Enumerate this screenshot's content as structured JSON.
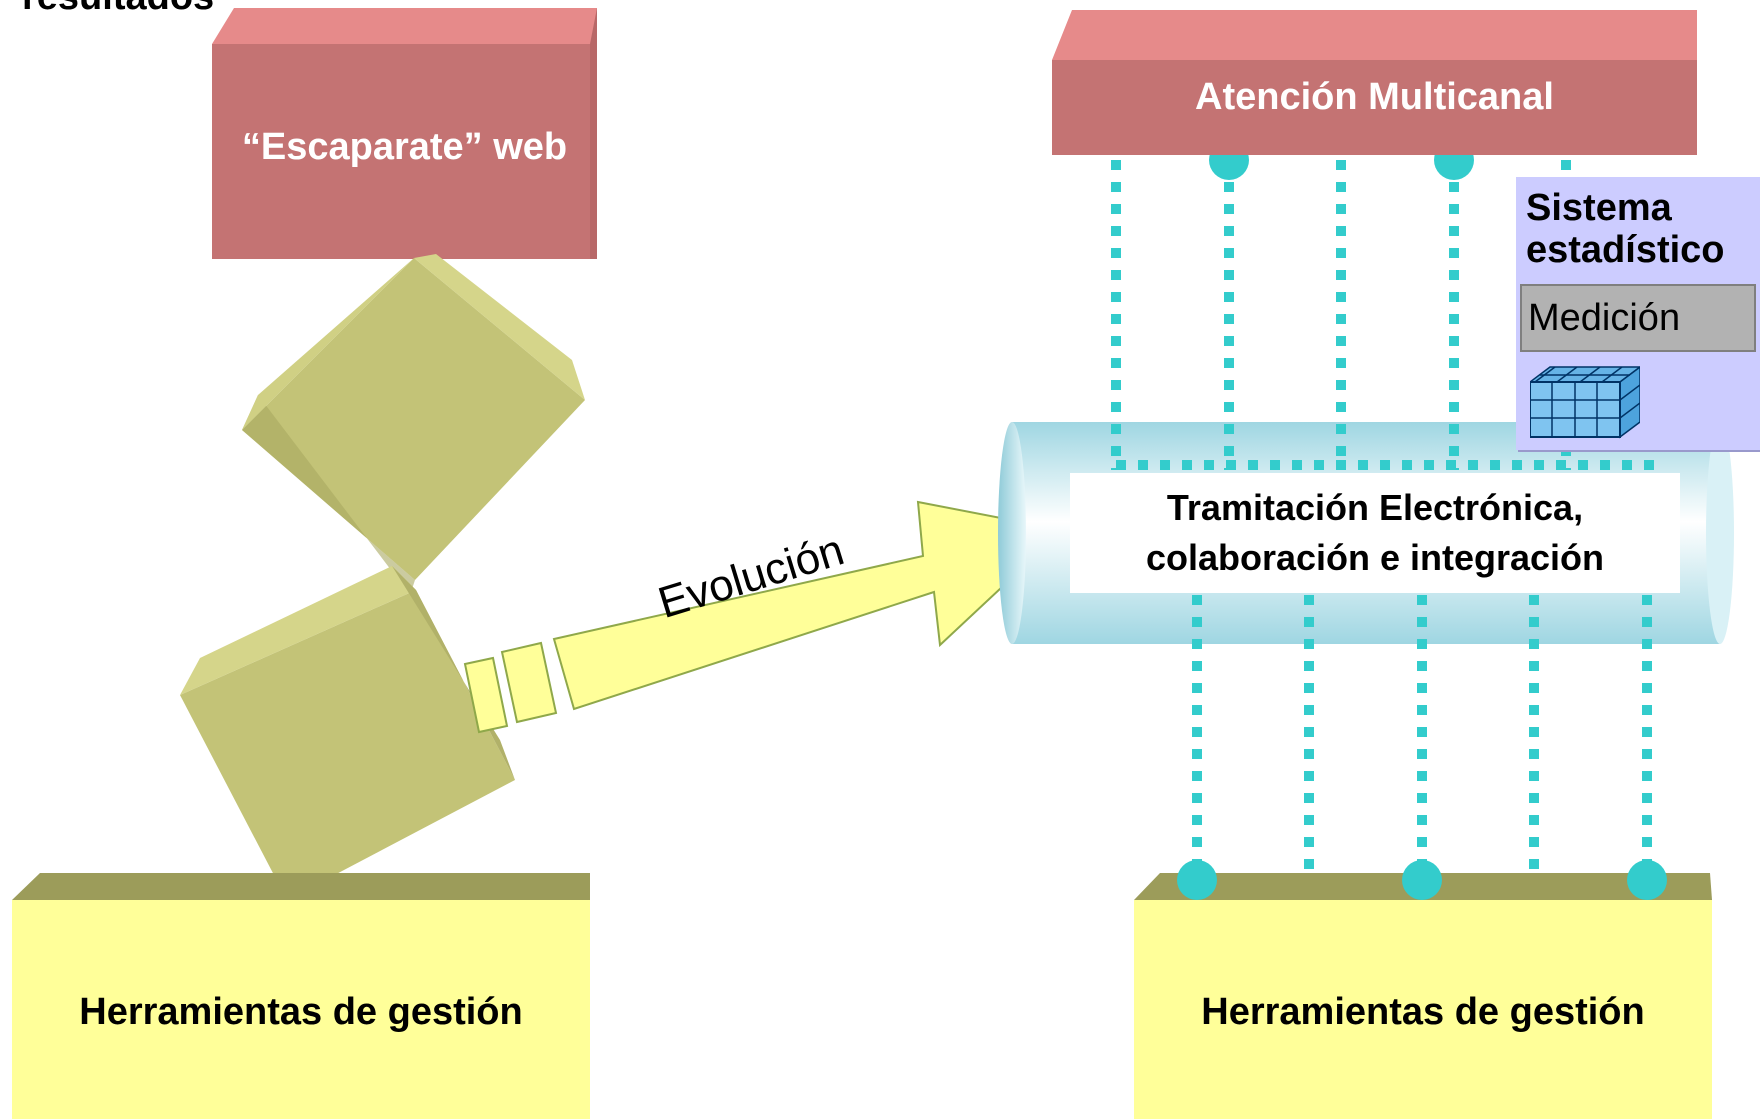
{
  "cut_title": "resultados",
  "left": {
    "top_box": "“Escaparate” web",
    "bottom_box": "Herramientas de gestión"
  },
  "arrow": {
    "label": "Evolución"
  },
  "right": {
    "top_box": "Atención Multicanal",
    "pipe_box": "Tramitación Electrónica, colaboración e integración",
    "bottom_box": "Herramientas de gestión",
    "panel": {
      "title": "Sistema estadístico",
      "item": "Medición",
      "icon": "data-cube-icon"
    }
  },
  "colors": {
    "red_box": "#c47373",
    "red_box_top": "#e68a8a",
    "olive_cube": "#c7c77a",
    "yellow_arrow": "#ffff99",
    "yellow_box": "#ffff99",
    "olive_top": "#9c9c5a",
    "connector": "#33cccc",
    "pipe": "#a8dde8",
    "panel_bg": "#ccccff"
  }
}
